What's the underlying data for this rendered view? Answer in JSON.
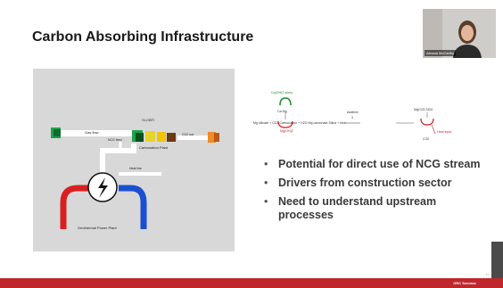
{
  "slide": {
    "title": "Carbon Absorbing Infrastructure",
    "bullets": [
      "Potential for direct use of NCG stream",
      "Drivers from construction sector",
      "Need to understand upstream processes"
    ],
    "bullet_glyph": "•",
    "number": "17"
  },
  "diagram": {
    "labels": {
      "unit_label": "SI-CBTI",
      "pipe_label": "Gas flow",
      "branch_label": "NCG feed",
      "unit_caption": "Carbonation Plant",
      "product_label": "CO2 out",
      "hot_label": "Heat line",
      "plant_caption": "Geothermal Power Plant"
    }
  },
  "scheme": {
    "top_left": "Ca(OH)2 slurry",
    "left_mid": "Ca  Mg",
    "left_red": "Mg(OH)2",
    "chain": "Mg silicate + CO2  Carbonation  +  H2O  Mg carbonate  Silica  + heat",
    "mid_top": "Additive",
    "mid_num": "3",
    "right_top": "MgCO3  SiO2",
    "right_red": "Heat input",
    "right_bottom": "CO2"
  },
  "webcam": {
    "name": "Alessia McCarthy"
  },
  "footer": {
    "label": "GRC Seminar"
  },
  "colors": {
    "accent": "#c0272d",
    "green": "#1f8a2a",
    "red_pipe": "#d92020",
    "blue_pipe": "#1a4fd0"
  }
}
